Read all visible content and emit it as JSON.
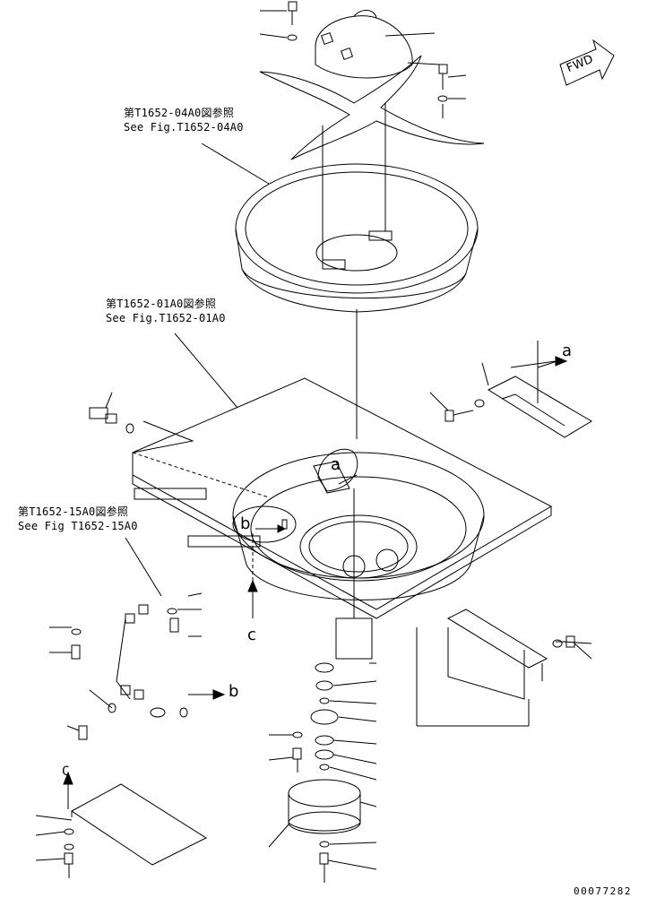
{
  "references": {
    "top": {
      "ja": "第T1652-04A0図参照",
      "en": "See Fig.T1652-04A0"
    },
    "middle": {
      "ja": "第T1652-01A0図参照",
      "en": "See Fig.T1652-01A0"
    },
    "left": {
      "ja": "第T1652-15A0図参照",
      "en": "See Fig T1652-15A0"
    }
  },
  "view_labels": {
    "a_arrow": "a",
    "a_circle": "a",
    "b_circle": "b",
    "b_arrow": "b",
    "c_arrow_down": "c",
    "c_arrow_up": "C"
  },
  "direction_marker": "FWD",
  "document_number": "00077282",
  "colors": {
    "line": "#000000",
    "background": "#ffffff"
  }
}
